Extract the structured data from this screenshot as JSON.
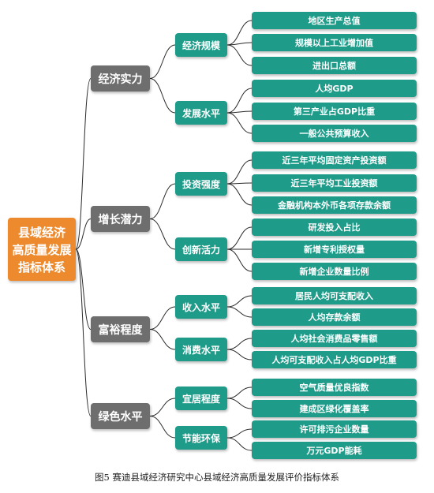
{
  "root": {
    "label": "县域经济\n高质量发展\n指标体系"
  },
  "categories": [
    {
      "label": "经济实力",
      "subs": [
        {
          "label": "经济规模",
          "leaves": [
            "地区生产总值",
            "规模以上工业增加值",
            "进出口总额"
          ]
        },
        {
          "label": "发展水平",
          "leaves": [
            "人均GDP",
            "第三产业占GDP比重",
            "一般公共预算收入"
          ]
        }
      ]
    },
    {
      "label": "增长潜力",
      "subs": [
        {
          "label": "投资强度",
          "leaves": [
            "近三年平均固定资产投资额",
            "近三年平均工业投资额",
            "金融机构本外币各项存款余额"
          ]
        },
        {
          "label": "创新活力",
          "leaves": [
            "研发投入占比",
            "新增专利授权量",
            "新增企业数量比例"
          ]
        }
      ]
    },
    {
      "label": "富裕程度",
      "subs": [
        {
          "label": "收入水平",
          "leaves": [
            "居民人均可支配收入",
            "人均存款余额"
          ]
        },
        {
          "label": "消费水平",
          "leaves": [
            "人均社会消费品零售额",
            "人均可支配收入占人均GDP比重"
          ]
        }
      ]
    },
    {
      "label": "绿色水平",
      "subs": [
        {
          "label": "宜居程度",
          "leaves": [
            "空气质量优良指数",
            "建成区绿化覆盖率"
          ]
        },
        {
          "label": "节能环保",
          "leaves": [
            "许可排污企业数量",
            "万元GDP能耗"
          ]
        }
      ]
    }
  ],
  "caption": "图5  赛迪县域经济研究中心县域经济高质量发展评价指标体系",
  "colors": {
    "root": "#ec8a2d",
    "category": "#6e6e6e",
    "node": "#1e9b89",
    "connector": "#2a2a2a"
  }
}
